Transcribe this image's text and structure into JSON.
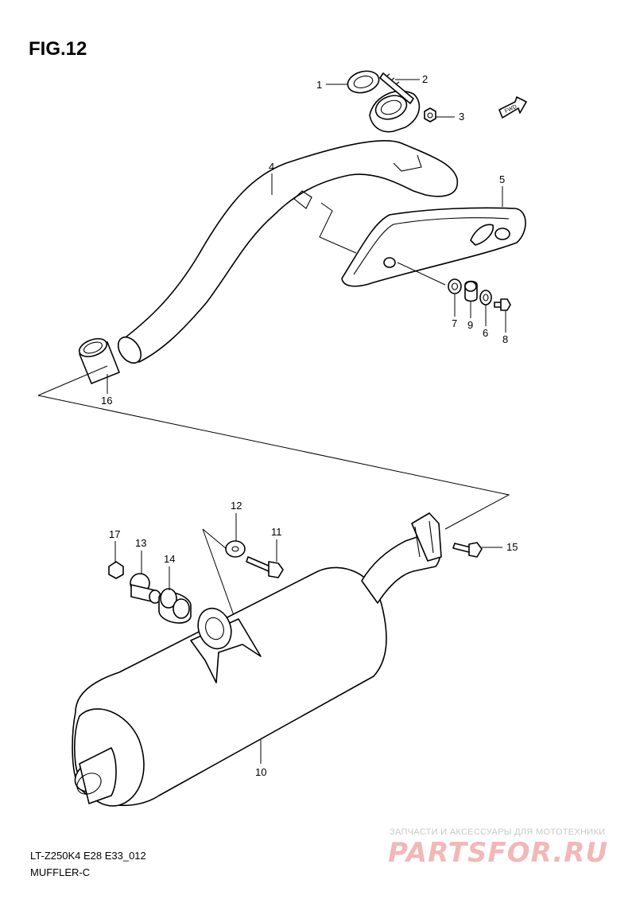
{
  "figure": {
    "title": "FIG.12",
    "fwd_label": "FWD",
    "code": "LT-Z250K4 E28 E33_012",
    "name": "MUFFLER-C"
  },
  "callouts": {
    "p1": "1",
    "p2": "2",
    "p3": "3",
    "p4": "4",
    "p5": "5",
    "p6": "6",
    "p7": "7",
    "p8": "8",
    "p9": "9",
    "p10": "10",
    "p11": "11",
    "p12": "12",
    "p13": "13",
    "p14": "14",
    "p15": "15",
    "p16": "16",
    "p17": "17"
  },
  "watermark": {
    "caption": "ЗАПЧАСТИ И АКСЕССУАРЫ ДЛЯ МОТОТЕХНИКИ",
    "logo": "PARTSFOR.RU"
  }
}
